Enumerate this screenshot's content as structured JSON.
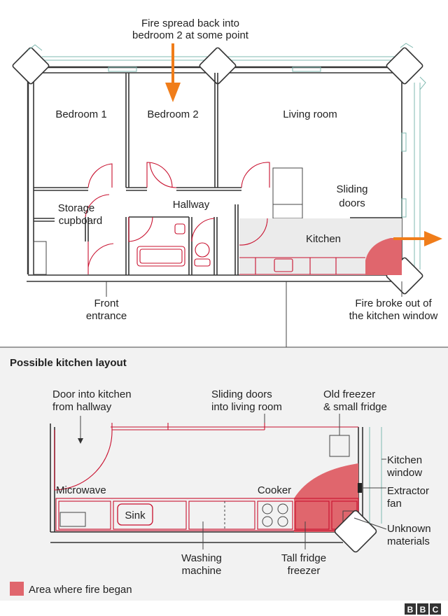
{
  "floorplan": {
    "annotation_top": [
      "Fire spread back into",
      "bedroom 2 at some point"
    ],
    "rooms": {
      "bedroom1": "Bedroom 1",
      "bedroom2": "Bedroom 2",
      "living_room": "Living room",
      "storage": [
        "Storage",
        "cupboard"
      ],
      "hallway": "Hallway",
      "sliding_doors": [
        "Sliding",
        "doors"
      ],
      "kitchen": "Kitchen"
    },
    "front_entrance": [
      "Front",
      "entrance"
    ],
    "fire_origin": [
      "Fire broke out of",
      "the kitchen window"
    ]
  },
  "kitchen_layout": {
    "title": "Possible kitchen layout",
    "labels": {
      "door": [
        "Door into kitchen",
        "from hallway"
      ],
      "sliding_doors": [
        "Sliding doors",
        "into living room"
      ],
      "old_freezer": [
        "Old freezer",
        "& small fridge"
      ],
      "kitchen_window": [
        "Kitchen",
        "window"
      ],
      "microwave": "Microwave",
      "sink": "Sink",
      "cooker": "Cooker",
      "extractor_fan": [
        "Extractor",
        "fan"
      ],
      "unknown_materials": [
        "Unknown",
        "materials"
      ],
      "washing_machine": [
        "Washing",
        "machine"
      ],
      "tall_fridge": [
        "Tall fridge",
        "freezer"
      ]
    },
    "legend": "Area where fire began"
  },
  "credit": {
    "letters": [
      "B",
      "B",
      "C"
    ]
  },
  "colors": {
    "fire": "#e0666d",
    "arrow": "#f07d1a",
    "fixtures": "#c8102e",
    "window_glass": "#7fb9b0",
    "panel_background": "#f2f2f2"
  }
}
